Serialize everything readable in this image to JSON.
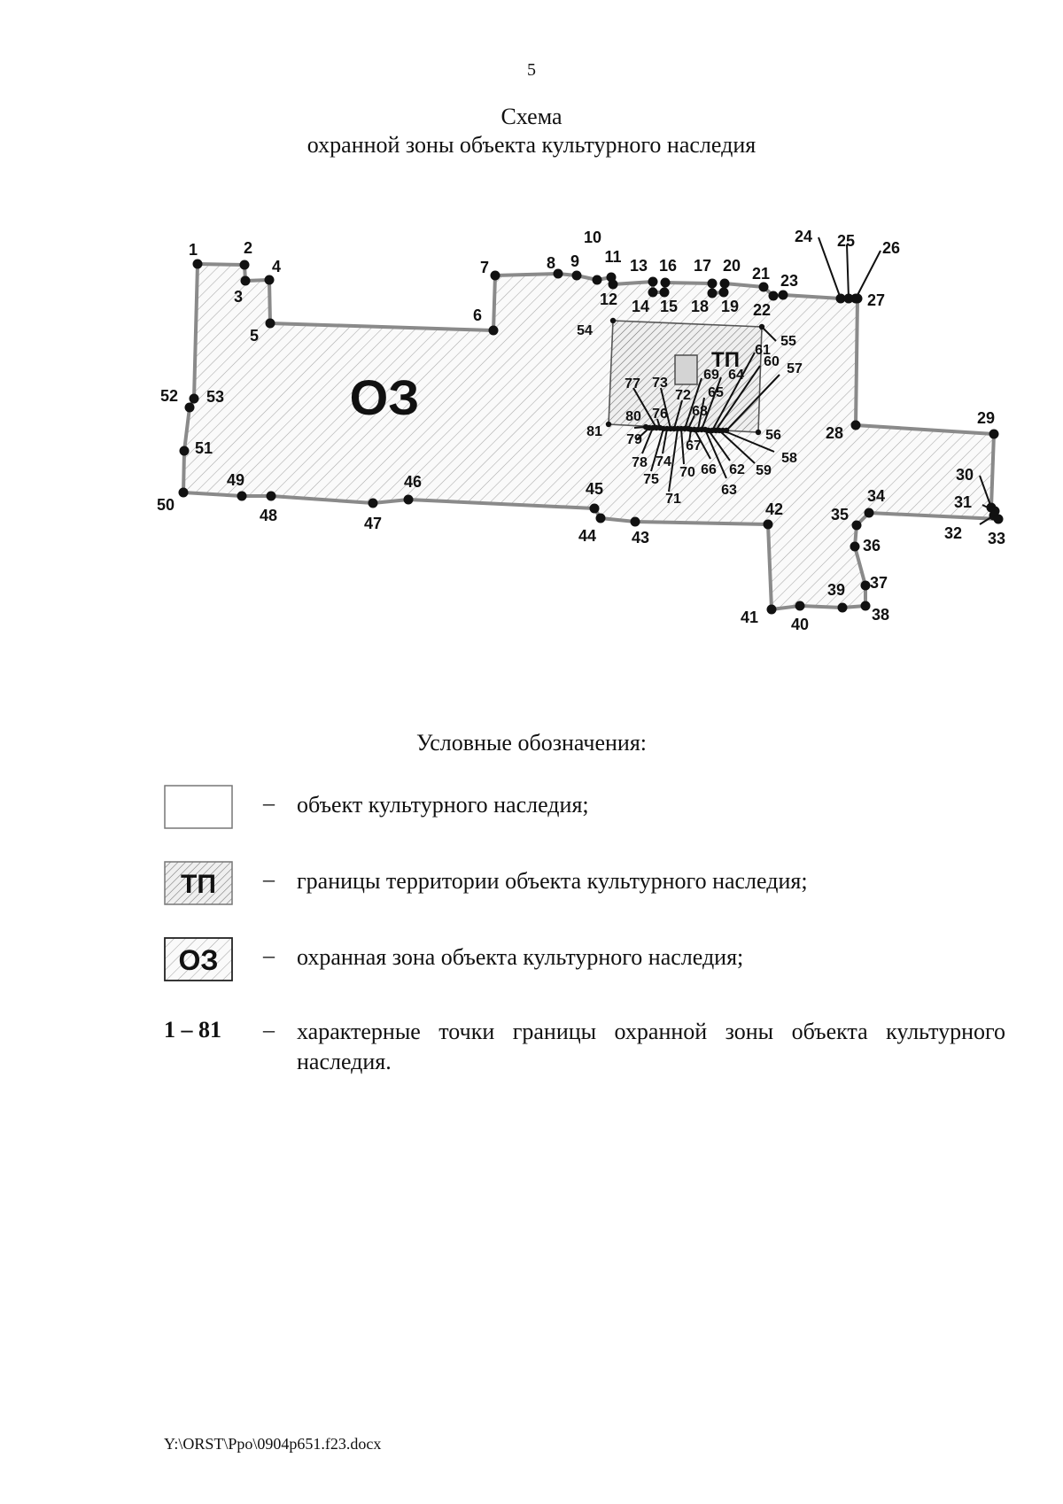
{
  "page_number": "5",
  "title": {
    "line1": "Схема",
    "line2": "охранной зоны объекта культурного наследия"
  },
  "scheme": {
    "zone_label": "ОЗ",
    "territory_label": "ТП",
    "point_labels": [
      "1",
      "2",
      "3",
      "4",
      "5",
      "6",
      "7",
      "8",
      "9",
      "10",
      "11",
      "12",
      "13",
      "14",
      "15",
      "16",
      "17",
      "18",
      "19",
      "20",
      "21",
      "22",
      "23",
      "24",
      "25",
      "26",
      "27",
      "28",
      "29",
      "30",
      "31",
      "32",
      "33",
      "34",
      "35",
      "36",
      "37",
      "38",
      "39",
      "40",
      "41",
      "42",
      "43",
      "44",
      "45",
      "46",
      "47",
      "48",
      "49",
      "50",
      "51",
      "52",
      "53",
      "54",
      "55",
      "56",
      "57",
      "58",
      "59",
      "60",
      "61",
      "62",
      "63",
      "64",
      "65",
      "66",
      "67",
      "68",
      "69",
      "70",
      "71",
      "72",
      "73",
      "74",
      "75",
      "76",
      "77",
      "78",
      "79",
      "80",
      "81"
    ],
    "colors": {
      "outline": "#8a8a8a",
      "hatch": "#9a9a9a",
      "territory_hatch": "#6e6e6e",
      "points": "#111111",
      "object_fill": "#d4d4d4"
    }
  },
  "legend": {
    "heading": "Условные обозначения:",
    "dash": "–",
    "items": [
      {
        "symbol": "",
        "text": "объект культурного наследия;"
      },
      {
        "symbol": "ТП",
        "text": "границы территории объекта культурного наследия;"
      },
      {
        "symbol": "ОЗ",
        "text": "охранная зона объекта культурного наследия;"
      },
      {
        "symbol": "1 – 81",
        "text": "характерные точки границы охранной зоны объекта культурного наследия."
      }
    ]
  },
  "footer": "Y:\\ORST\\Ppo\\0904p651.f23.docx"
}
